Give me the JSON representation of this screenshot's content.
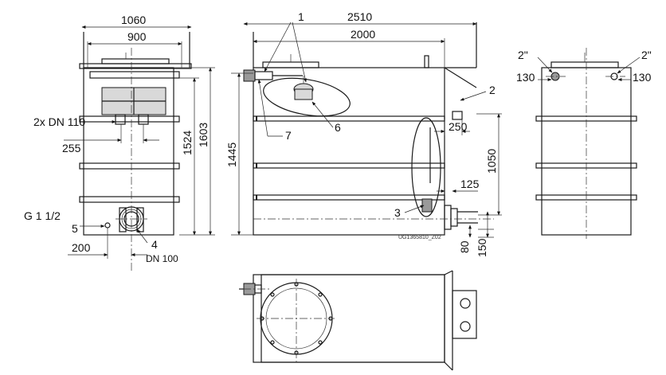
{
  "dimensions": {
    "d1060": "1060",
    "d900": "900",
    "d2510": "2510",
    "d2000": "2000",
    "d1524": "1524",
    "d1603": "1603",
    "d1445": "1445",
    "d1050": "1050",
    "d250": "250",
    "d255": "255",
    "d125": "125",
    "d200": "200",
    "d80": "80",
    "d150": "150",
    "d130_left": "130",
    "d130_right": "130"
  },
  "connections": {
    "dn110": "2x DN 110",
    "dn100": "DN 100",
    "g112": "G 1 1/2",
    "thread_left": "2\"",
    "thread_right": "2\""
  },
  "callouts": {
    "c1": "1",
    "c2": "2",
    "c3": "3",
    "c4": "4",
    "c5": "5",
    "c6": "6",
    "c7": "7"
  },
  "drawing_code": "UG1365810_Z02"
}
